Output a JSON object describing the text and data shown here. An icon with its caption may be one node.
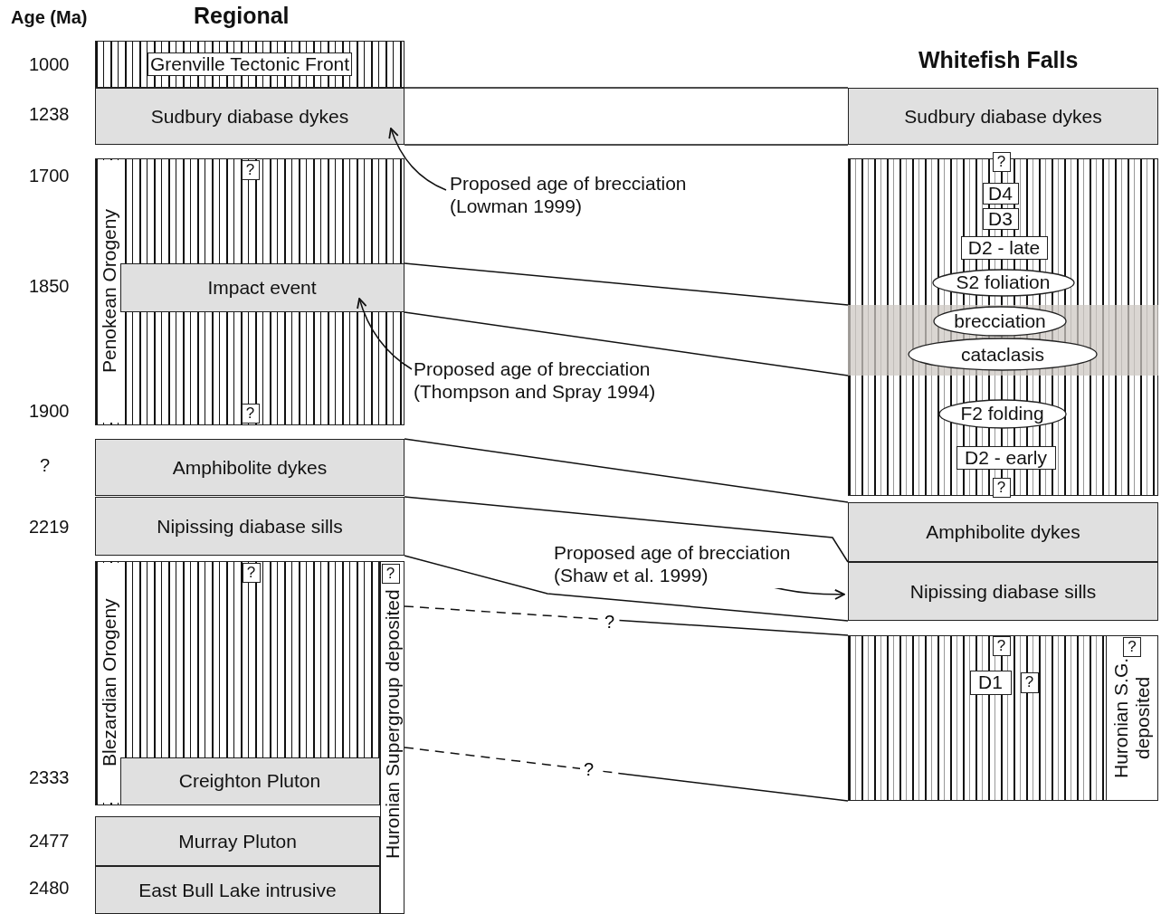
{
  "diagram": {
    "nodes": [
      {
        "text": [
          "Grenville Tectonic Front"
        ]
      },
      {
        "text": [
          "Sudbury diabase dykes"
        ]
      },
      {
        "text": [
          "Penokean Orogeny"
        ]
      },
      {
        "text": [
          "?"
        ],
        "in": 2
      },
      {
        "text": [
          "Impact event"
        ],
        "in": 2
      },
      {
        "text": [
          "?"
        ],
        "in": 2
      },
      {
        "text": [
          "Amphibolite dykes"
        ]
      },
      {
        "text": [
          "Nipissing diabase sills"
        ]
      },
      {
        "text": [
          "Blezardian Orogeny"
        ]
      },
      {
        "text": [
          "?"
        ],
        "in": 8
      },
      {
        "text": [
          "Creighton Pluton"
        ],
        "in": 8
      },
      {
        "text": [
          "Huronian Supergroup deposited"
        ]
      },
      {
        "text": [
          "?"
        ],
        "in": 11
      },
      {
        "text": [
          "Murray Pluton"
        ]
      },
      {
        "text": [
          "East Bull Lake intrusive"
        ]
      },
      {
        "text": [
          "Sudbury diabase dykes"
        ]
      },
      {
        "text": [],
        "shape": "box"
      },
      {
        "text": [
          "?"
        ],
        "in": 16
      },
      {
        "text": [
          "D4"
        ],
        "in": 16
      },
      {
        "text": [
          "D3"
        ],
        "in": 16
      },
      {
        "text": [
          "D2 - late"
        ],
        "in": 16
      },
      {
        "text": [
          "S2 foliation"
        ],
        "in": 16
      },
      {
        "text": [],
        "shape": "bar",
        "in": 16
      },
      {
        "text": [
          "brecciation"
        ],
        "in": 22
      },
      {
        "text": [
          "cataclasis"
        ],
        "in": 22
      },
      {
        "text": [
          "F2 folding"
        ],
        "in": 16
      },
      {
        "text": [
          "D2 - early"
        ],
        "in": 16
      },
      {
        "text": [
          "?"
        ],
        "in": 16
      },
      {
        "text": [
          "Amphibolite dykes"
        ]
      },
      {
        "text": [
          "Nipissing diabase sills"
        ]
      },
      {
        "text": [],
        "shape": "box"
      },
      {
        "text": [
          "?"
        ],
        "in": 30
      },
      {
        "text": [
          "D1"
        ],
        "in": 30
      },
      {
        "text": [
          "?"
        ],
        "in": 30
      },
      {
        "text": [
          "Huronian S.G. deposited"
        ],
        "in": 30
      },
      {
        "text": [
          "?"
        ],
        "in": 34
      },
      {
        "text": [
          "Proposed age of brecciation (Lowman 1999)"
        ]
      },
      {
        "text": [
          "Proposed age of brecciation (Thompson and Spray 1994)"
        ]
      },
      {
        "text": [
          "Proposed age of brecciation (Shaw et al. 1999)"
        ]
      }
    ],
    "edges": [
      {
        "from": 1,
        "to": 15,
        "arrow": "none"
      },
      {
        "from": 1,
        "to": 15,
        "arrow": "none"
      },
      {
        "from": 4,
        "to": 22,
        "arrow": "none"
      },
      {
        "from": 4,
        "to": 22,
        "arrow": "none"
      },
      {
        "from": 6,
        "to": 28,
        "arrow": "none"
      },
      {
        "from": 7,
        "to": 29,
        "arrow": "none"
      },
      {
        "from": 7,
        "to": 29,
        "arrow": "none"
      },
      {
        "from": 11,
        "to": 30,
        "arrow": "none",
        "label": "?",
        "style": "dashed"
      },
      {
        "from": 11,
        "to": 30,
        "arrow": "none",
        "label": "?",
        "style": "dashed"
      },
      {
        "from": 36,
        "to": 1,
        "arrow": "to"
      },
      {
        "from": 37,
        "to": 4,
        "arrow": "to"
      },
      {
        "from": 38,
        "to": 29,
        "arrow": "to"
      }
    ],
    "labels": [
      "Age (Ma)",
      "Regional",
      "1000",
      "Whitefish Falls",
      "1238",
      "1700",
      "1850",
      "1900",
      "?",
      "2219",
      "2333",
      "2477",
      "2480"
    ]
  }
}
